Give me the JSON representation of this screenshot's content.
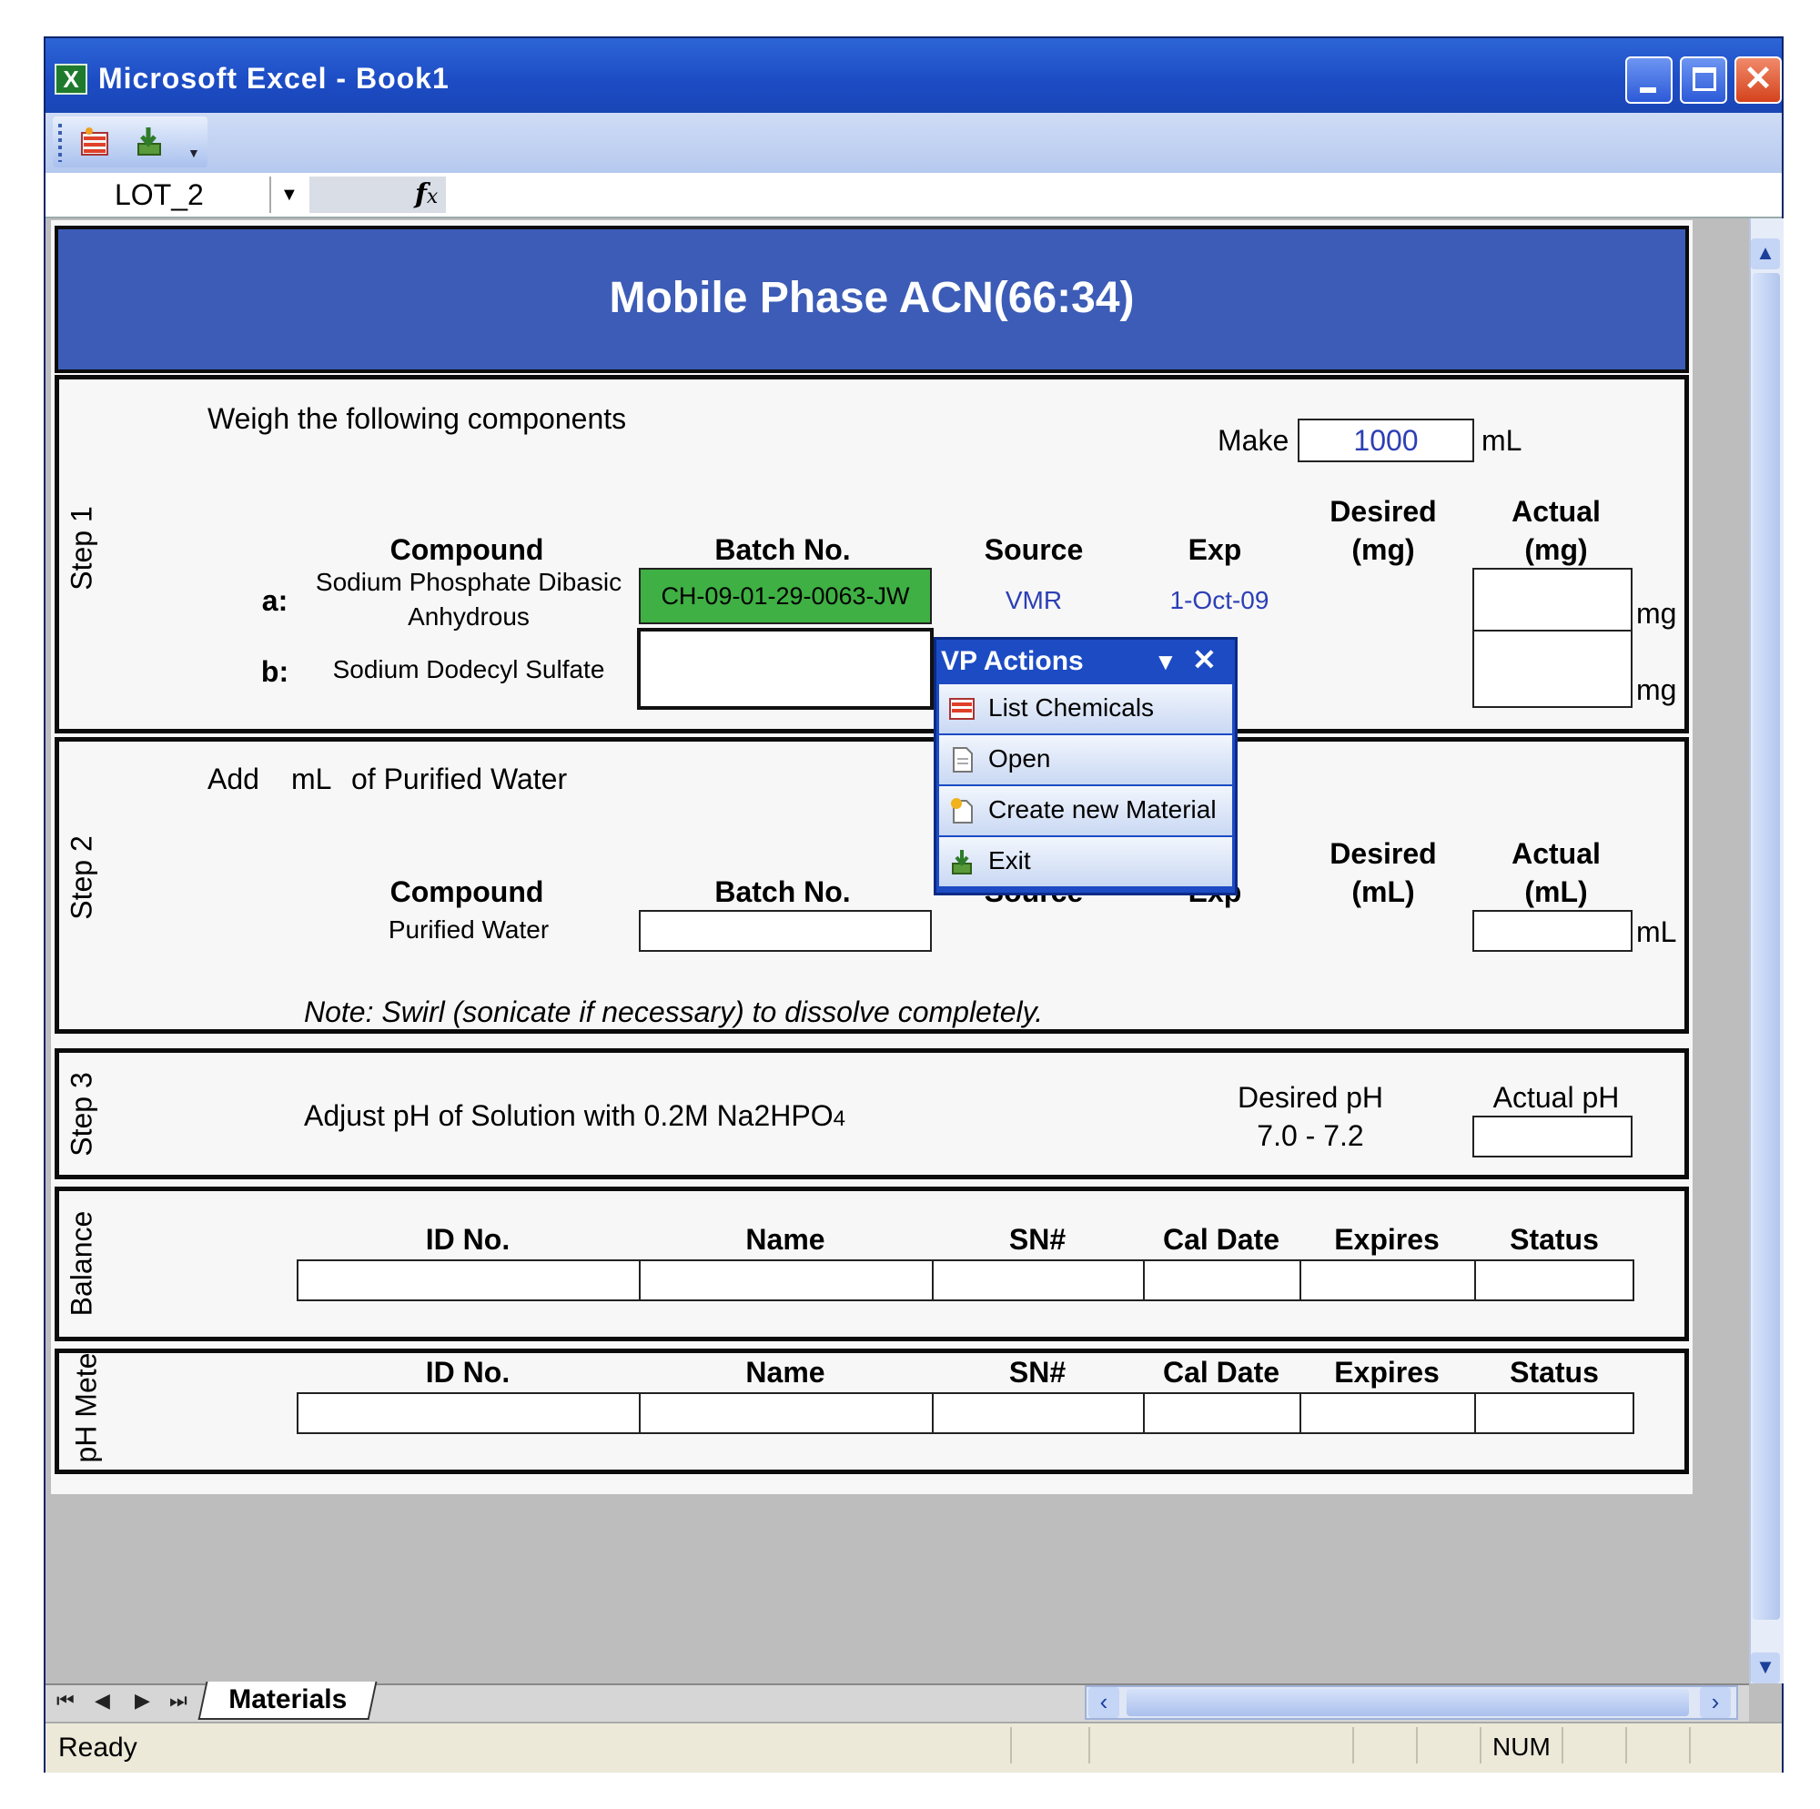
{
  "window": {
    "title": "Microsoft Excel - Book1",
    "app_icon": "excel-icon",
    "controls": [
      "minimize-icon",
      "maximize-icon",
      "close-icon"
    ]
  },
  "toolbar": {
    "icons": [
      "list-chemicals-icon",
      "exit-icon"
    ]
  },
  "formula_bar": {
    "name_box": "LOT_2",
    "fx_label": "fx"
  },
  "sheet": {
    "title": "Mobile Phase ACN(66:34)",
    "step1": {
      "label": "Step 1",
      "instruction": "Weigh the following components",
      "make_label": "Make",
      "make_value": "1000",
      "make_unit": "mL",
      "headers": {
        "compound": "Compound",
        "batch": "Batch No.",
        "source": "Source",
        "exp": "Exp",
        "desired_line1": "Desired",
        "desired_line2": "(mg)",
        "actual_line1": "Actual",
        "actual_line2": "(mg)"
      },
      "rows": [
        {
          "letter": "a:",
          "compound_line1": "Sodium Phosphate Dibasic",
          "compound_line2": "Anhydrous",
          "batch": "CH-09-01-29-0063-JW",
          "source": "VMR",
          "exp": "1-Oct-09",
          "unit": "mg"
        },
        {
          "letter": "b:",
          "compound_line1": "Sodium Dodecyl Sulfate",
          "batch": "",
          "unit": "mg"
        }
      ]
    },
    "step2": {
      "label": "Step 2",
      "instruction_add": "Add",
      "instruction_unit": "mL",
      "instruction_rest": "of Purified Water",
      "headers": {
        "compound": "Compound",
        "batch": "Batch No.",
        "source": "Source",
        "exp": "Exp",
        "desired_line1": "Desired",
        "desired_line2": "(mL)",
        "actual_line1": "Actual",
        "actual_line2": "(mL)"
      },
      "row": {
        "compound": "Purified Water",
        "unit": "mL"
      },
      "note": "Note: Swirl (sonicate if necessary) to dissolve completely."
    },
    "step3": {
      "label": "Step 3",
      "instruction": "Adjust pH of Solution with 0.2M Na2HPO",
      "instruction_sub": "4",
      "desired_label": "Desired pH",
      "desired_value": "7.0 - 7.2",
      "actual_label": "Actual pH"
    },
    "balance": {
      "label": "Balance",
      "headers": [
        "ID No.",
        "Name",
        "SN#",
        "Cal Date",
        "Expires",
        "Status"
      ]
    },
    "ph_meter": {
      "label": "pH Meter",
      "headers": [
        "ID No.",
        "Name",
        "SN#",
        "Cal Date",
        "Expires",
        "Status"
      ]
    }
  },
  "popup": {
    "title": "VP Actions",
    "items": [
      {
        "label": "List Chemicals",
        "icon": "list-chemicals-icon"
      },
      {
        "label": "Open",
        "icon": "open-document-icon"
      },
      {
        "label": "Create new Material",
        "icon": "new-material-icon"
      },
      {
        "label": "Exit",
        "icon": "exit-icon"
      }
    ]
  },
  "tabs": {
    "active": "Materials"
  },
  "status": {
    "text": "Ready",
    "num": "NUM"
  },
  "colors": {
    "header_band": "#3c5cb7",
    "batch_filled": "#3fb043",
    "titlebar": "#1c4bc4"
  }
}
